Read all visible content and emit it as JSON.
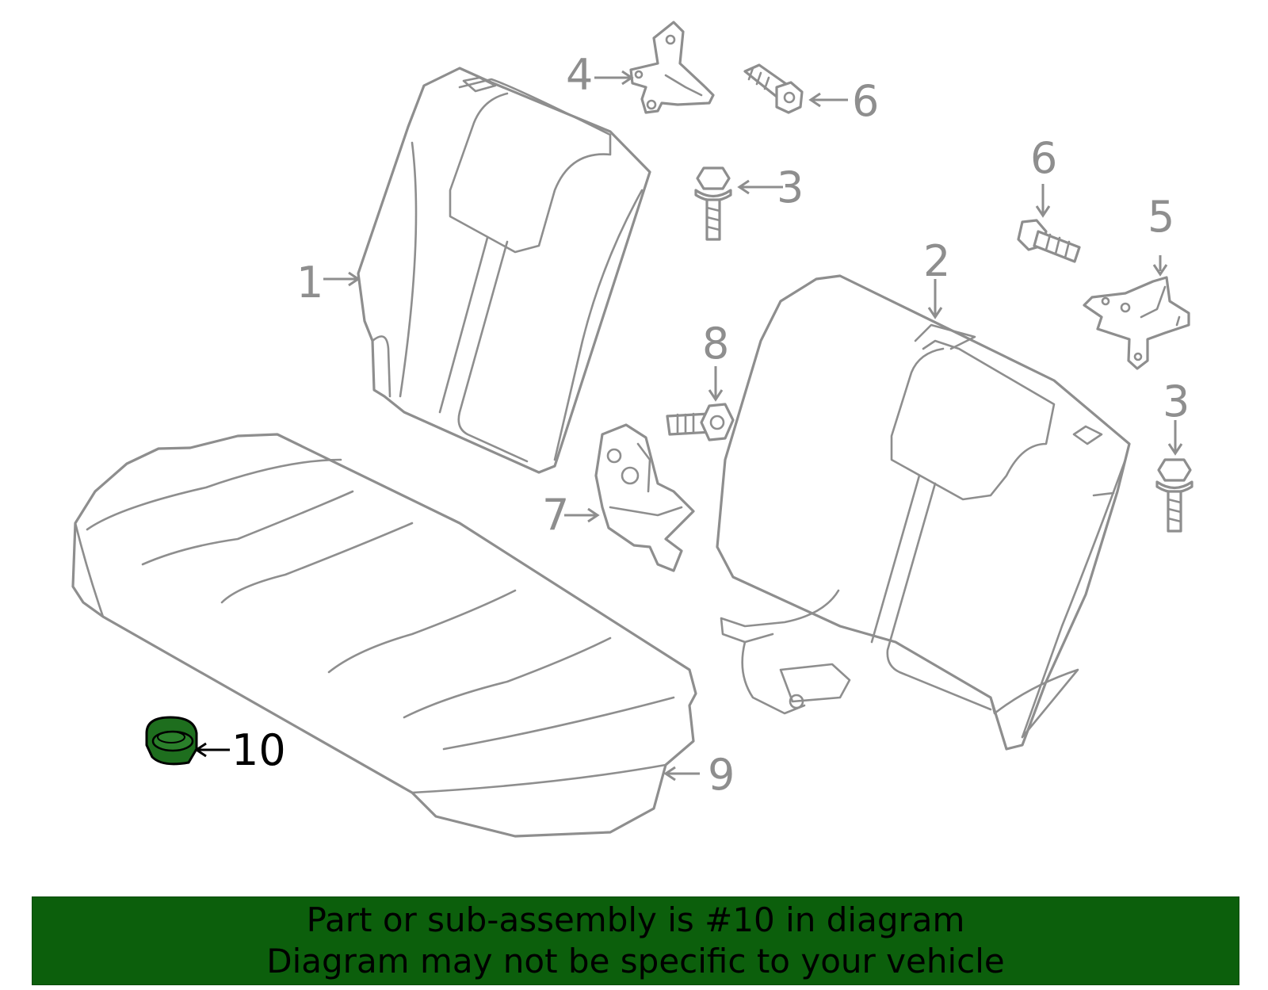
{
  "callouts": [
    {
      "id": "1",
      "label": "1"
    },
    {
      "id": "2",
      "label": "2"
    },
    {
      "id": "3a",
      "label": "3"
    },
    {
      "id": "3b",
      "label": "3"
    },
    {
      "id": "4",
      "label": "4"
    },
    {
      "id": "5",
      "label": "5"
    },
    {
      "id": "6a",
      "label": "6"
    },
    {
      "id": "6b",
      "label": "6"
    },
    {
      "id": "7",
      "label": "7"
    },
    {
      "id": "8",
      "label": "8"
    },
    {
      "id": "9",
      "label": "9"
    },
    {
      "id": "10",
      "label": "10"
    }
  ],
  "highlight": {
    "callout": "10",
    "color": "#1e6e1e"
  },
  "banner": {
    "line1": "Part or sub-assembly is #10 in diagram",
    "line2": "Diagram may not be specific to your vehicle",
    "background": "#0c5f0c"
  },
  "colors": {
    "line": "#8e8e8e",
    "highlight_text": "#000000"
  }
}
